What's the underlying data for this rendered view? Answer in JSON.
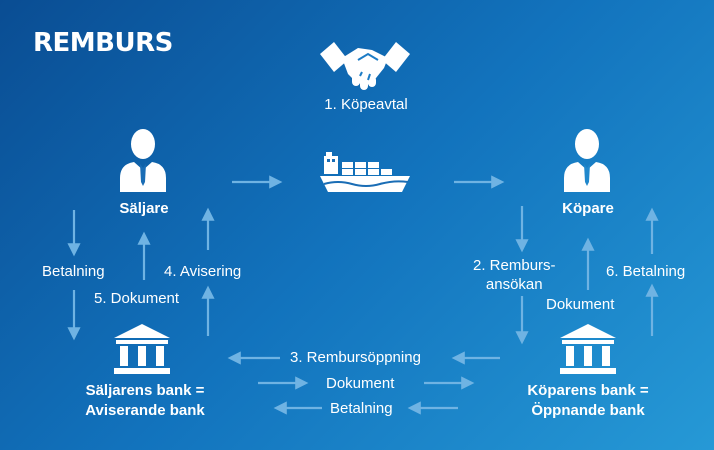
{
  "title": "REMBURS",
  "colors": {
    "background_dark": "#0a4d93",
    "background_light": "#2699d6",
    "arrow": "#6fb3e3",
    "text": "#ffffff"
  },
  "icons": [
    "handshake-icon",
    "person-icon",
    "person-icon",
    "cargo-ship-icon",
    "bank-icon",
    "bank-icon"
  ],
  "nodes": {
    "contract": "1. Köpeavtal",
    "seller": "Säljare",
    "buyer": "Köpare",
    "seller_bank": "Säljarens bank =\nAviserande bank",
    "buyer_bank": "Köparens bank =\nÖppnande bank"
  },
  "labels": {
    "betalning_left": "Betalning",
    "avisering": "4. Avisering",
    "dokument_left": "5. Dokument",
    "remburs_ansokan": "2. Remburs-\nansökan",
    "betalning_right": "6. Betalning",
    "dokument_right": "Dokument",
    "rembursoppning": "3. Rembursöppning",
    "dokument_middle": "Dokument",
    "betalning_middle": "Betalning"
  }
}
